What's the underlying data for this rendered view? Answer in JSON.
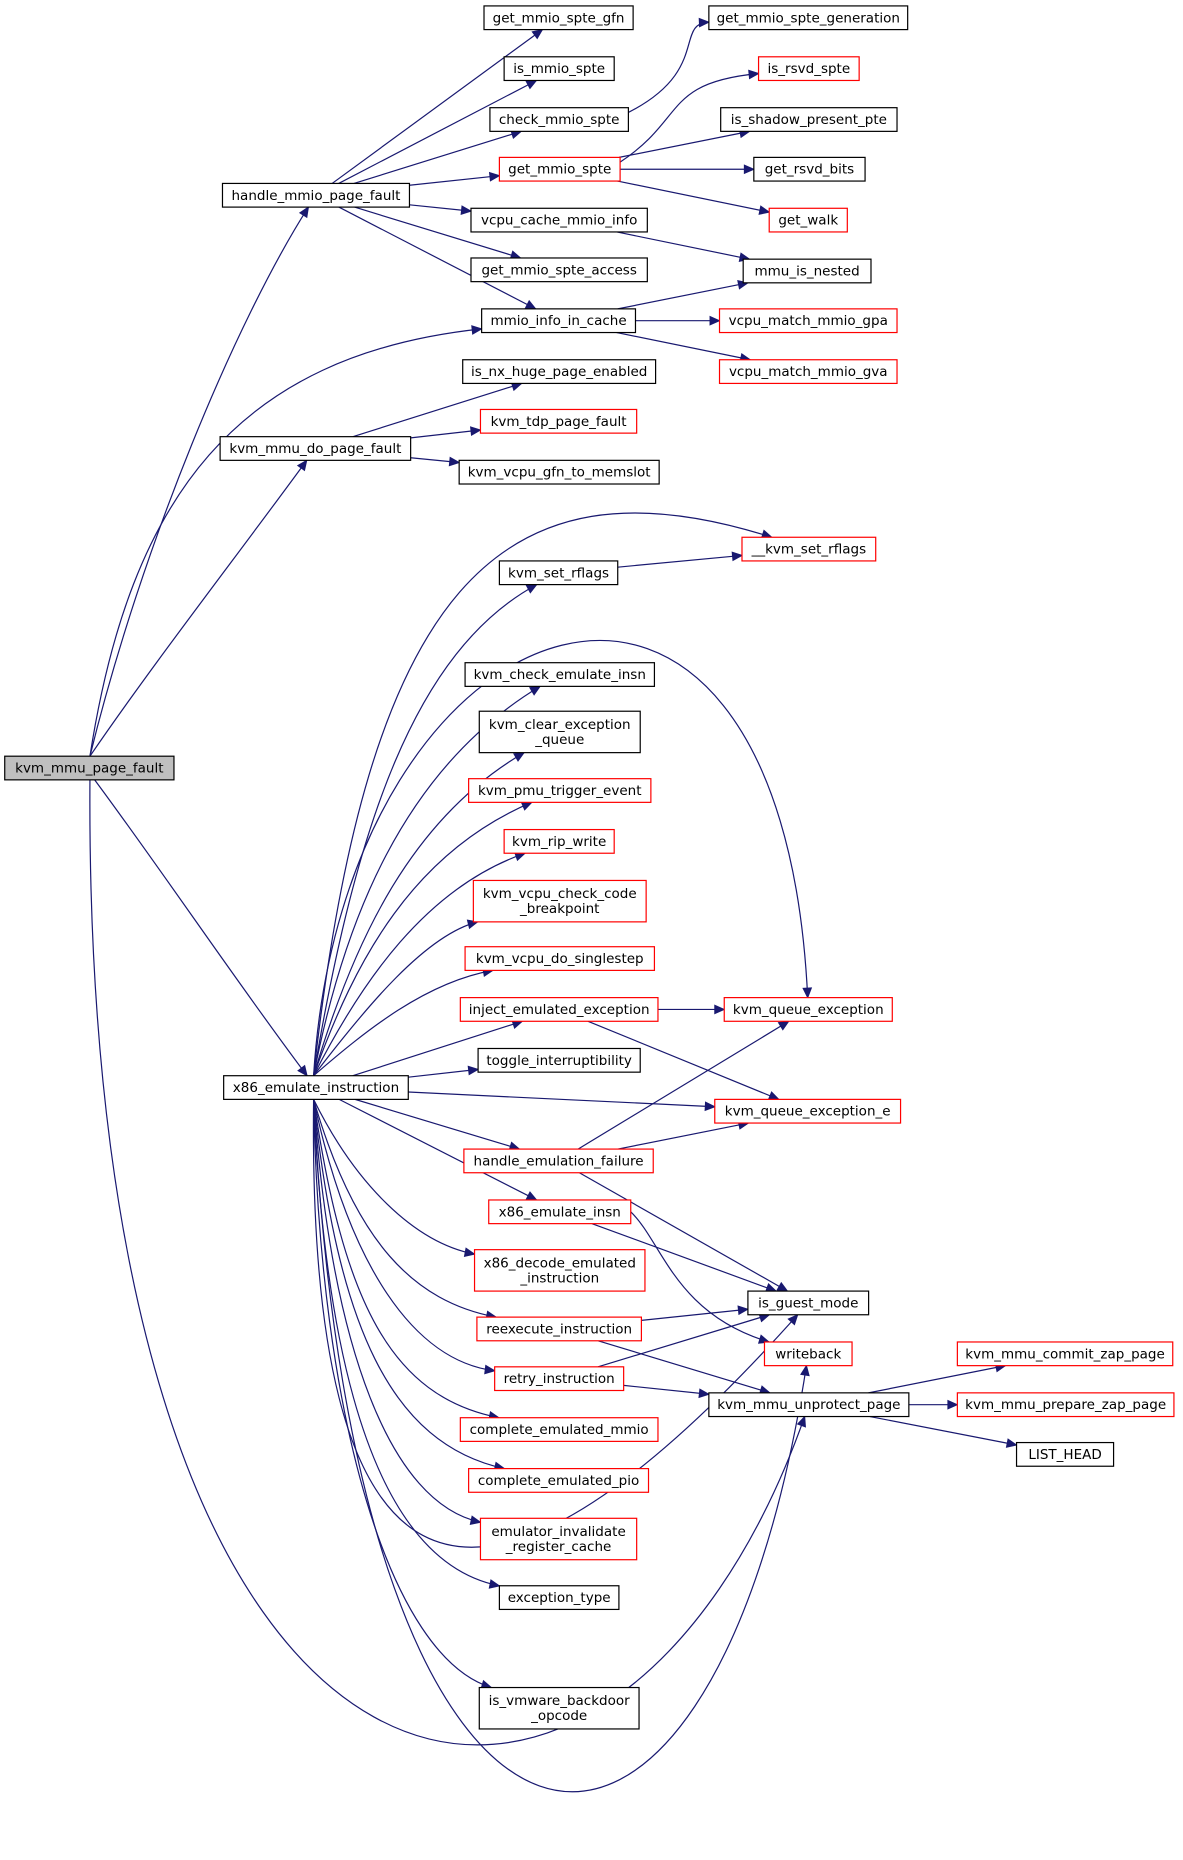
{
  "graph": {
    "colors": {
      "edge": "#191970",
      "border_default": "#000000",
      "border_truncated": "#ff0000",
      "fill_focus": "#bfbfbf",
      "fill_default": "#ffffff"
    },
    "nodes": [
      {
        "id": "kvm_mmu_page_fault",
        "label": [
          "kvm_mmu_page_fault"
        ],
        "style": "focus"
      },
      {
        "id": "handle_mmio_page_fault",
        "label": [
          "handle_mmio_page_fault"
        ],
        "style": "normal"
      },
      {
        "id": "kvm_mmu_do_page_fault",
        "label": [
          "kvm_mmu_do_page_fault"
        ],
        "style": "normal"
      },
      {
        "id": "x86_emulate_instruction",
        "label": [
          "x86_emulate_instruction"
        ],
        "style": "normal"
      },
      {
        "id": "get_mmio_spte_gfn",
        "label": [
          "get_mmio_spte_gfn"
        ],
        "style": "normal"
      },
      {
        "id": "is_mmio_spte",
        "label": [
          "is_mmio_spte"
        ],
        "style": "normal"
      },
      {
        "id": "check_mmio_spte",
        "label": [
          "check_mmio_spte"
        ],
        "style": "normal"
      },
      {
        "id": "get_mmio_spte",
        "label": [
          "get_mmio_spte"
        ],
        "style": "truncated"
      },
      {
        "id": "vcpu_cache_mmio_info",
        "label": [
          "vcpu_cache_mmio_info"
        ],
        "style": "normal"
      },
      {
        "id": "get_mmio_spte_access",
        "label": [
          "get_mmio_spte_access"
        ],
        "style": "normal"
      },
      {
        "id": "mmio_info_in_cache",
        "label": [
          "mmio_info_in_cache"
        ],
        "style": "normal"
      },
      {
        "id": "get_mmio_spte_generation",
        "label": [
          "get_mmio_spte_generation"
        ],
        "style": "normal"
      },
      {
        "id": "is_rsvd_spte",
        "label": [
          "is_rsvd_spte"
        ],
        "style": "truncated"
      },
      {
        "id": "is_shadow_present_pte",
        "label": [
          "is_shadow_present_pte"
        ],
        "style": "normal"
      },
      {
        "id": "get_rsvd_bits",
        "label": [
          "get_rsvd_bits"
        ],
        "style": "normal"
      },
      {
        "id": "get_walk",
        "label": [
          "get_walk"
        ],
        "style": "truncated"
      },
      {
        "id": "mmu_is_nested",
        "label": [
          "mmu_is_nested"
        ],
        "style": "normal"
      },
      {
        "id": "vcpu_match_mmio_gpa",
        "label": [
          "vcpu_match_mmio_gpa"
        ],
        "style": "truncated"
      },
      {
        "id": "vcpu_match_mmio_gva",
        "label": [
          "vcpu_match_mmio_gva"
        ],
        "style": "truncated"
      },
      {
        "id": "is_nx_huge_page_enabled",
        "label": [
          "is_nx_huge_page_enabled"
        ],
        "style": "normal"
      },
      {
        "id": "kvm_tdp_page_fault",
        "label": [
          "kvm_tdp_page_fault"
        ],
        "style": "truncated"
      },
      {
        "id": "kvm_vcpu_gfn_to_memslot",
        "label": [
          "kvm_vcpu_gfn_to_memslot"
        ],
        "style": "normal"
      },
      {
        "id": "kvm_set_rflags",
        "label": [
          "kvm_set_rflags"
        ],
        "style": "normal"
      },
      {
        "id": "__kvm_set_rflags",
        "label": [
          "__kvm_set_rflags"
        ],
        "style": "truncated"
      },
      {
        "id": "kvm_check_emulate_insn",
        "label": [
          "kvm_check_emulate_insn"
        ],
        "style": "normal"
      },
      {
        "id": "kvm_clear_exception_queue",
        "label": [
          "kvm_clear_exception",
          "_queue"
        ],
        "style": "normal"
      },
      {
        "id": "kvm_pmu_trigger_event",
        "label": [
          "kvm_pmu_trigger_event"
        ],
        "style": "truncated"
      },
      {
        "id": "kvm_rip_write",
        "label": [
          "kvm_rip_write"
        ],
        "style": "truncated"
      },
      {
        "id": "kvm_vcpu_check_code_breakpoint",
        "label": [
          "kvm_vcpu_check_code",
          "_breakpoint"
        ],
        "style": "truncated"
      },
      {
        "id": "kvm_vcpu_do_singlestep",
        "label": [
          "kvm_vcpu_do_singlestep"
        ],
        "style": "truncated"
      },
      {
        "id": "inject_emulated_exception",
        "label": [
          "inject_emulated_exception"
        ],
        "style": "truncated"
      },
      {
        "id": "kvm_queue_exception",
        "label": [
          "kvm_queue_exception"
        ],
        "style": "truncated"
      },
      {
        "id": "toggle_interruptibility",
        "label": [
          "toggle_interruptibility"
        ],
        "style": "normal"
      },
      {
        "id": "kvm_queue_exception_e",
        "label": [
          "kvm_queue_exception_e"
        ],
        "style": "truncated"
      },
      {
        "id": "handle_emulation_failure",
        "label": [
          "handle_emulation_failure"
        ],
        "style": "truncated"
      },
      {
        "id": "x86_emulate_insn",
        "label": [
          "x86_emulate_insn"
        ],
        "style": "truncated"
      },
      {
        "id": "x86_decode_emulated_instruction",
        "label": [
          "x86_decode_emulated",
          "_instruction"
        ],
        "style": "truncated"
      },
      {
        "id": "is_guest_mode",
        "label": [
          "is_guest_mode"
        ],
        "style": "normal"
      },
      {
        "id": "reexecute_instruction",
        "label": [
          "reexecute_instruction"
        ],
        "style": "truncated"
      },
      {
        "id": "writeback",
        "label": [
          "writeback"
        ],
        "style": "truncated"
      },
      {
        "id": "retry_instruction",
        "label": [
          "retry_instruction"
        ],
        "style": "truncated"
      },
      {
        "id": "kvm_mmu_unprotect_page",
        "label": [
          "kvm_mmu_unprotect_page"
        ],
        "style": "normal"
      },
      {
        "id": "kvm_mmu_commit_zap_page",
        "label": [
          "kvm_mmu_commit_zap_page"
        ],
        "style": "truncated"
      },
      {
        "id": "kvm_mmu_prepare_zap_page",
        "label": [
          "kvm_mmu_prepare_zap_page"
        ],
        "style": "truncated"
      },
      {
        "id": "LIST_HEAD",
        "label": [
          "LIST_HEAD"
        ],
        "style": "normal"
      },
      {
        "id": "complete_emulated_mmio",
        "label": [
          "complete_emulated_mmio"
        ],
        "style": "truncated"
      },
      {
        "id": "complete_emulated_pio",
        "label": [
          "complete_emulated_pio"
        ],
        "style": "truncated"
      },
      {
        "id": "emulator_invalidate_register_cache",
        "label": [
          "emulator_invalidate",
          "_register_cache"
        ],
        "style": "truncated"
      },
      {
        "id": "exception_type",
        "label": [
          "exception_type"
        ],
        "style": "normal"
      },
      {
        "id": "is_vmware_backdoor_opcode",
        "label": [
          "is_vmware_backdoor",
          "_opcode"
        ],
        "style": "normal"
      }
    ],
    "edges": [
      [
        "kvm_mmu_page_fault",
        "handle_mmio_page_fault"
      ],
      [
        "kvm_mmu_page_fault",
        "mmio_info_in_cache"
      ],
      [
        "kvm_mmu_page_fault",
        "kvm_mmu_do_page_fault"
      ],
      [
        "kvm_mmu_page_fault",
        "x86_emulate_instruction"
      ],
      [
        "kvm_mmu_page_fault",
        "kvm_mmu_unprotect_page"
      ],
      [
        "handle_mmio_page_fault",
        "get_mmio_spte_gfn"
      ],
      [
        "handle_mmio_page_fault",
        "is_mmio_spte"
      ],
      [
        "handle_mmio_page_fault",
        "check_mmio_spte"
      ],
      [
        "handle_mmio_page_fault",
        "get_mmio_spte"
      ],
      [
        "handle_mmio_page_fault",
        "vcpu_cache_mmio_info"
      ],
      [
        "handle_mmio_page_fault",
        "get_mmio_spte_access"
      ],
      [
        "handle_mmio_page_fault",
        "mmio_info_in_cache"
      ],
      [
        "check_mmio_spte",
        "get_mmio_spte_generation"
      ],
      [
        "get_mmio_spte",
        "is_rsvd_spte"
      ],
      [
        "get_mmio_spte",
        "is_shadow_present_pte"
      ],
      [
        "get_mmio_spte",
        "get_rsvd_bits"
      ],
      [
        "get_mmio_spte",
        "get_walk"
      ],
      [
        "vcpu_cache_mmio_info",
        "mmu_is_nested"
      ],
      [
        "mmio_info_in_cache",
        "mmu_is_nested"
      ],
      [
        "mmio_info_in_cache",
        "vcpu_match_mmio_gpa"
      ],
      [
        "mmio_info_in_cache",
        "vcpu_match_mmio_gva"
      ],
      [
        "kvm_mmu_do_page_fault",
        "is_nx_huge_page_enabled"
      ],
      [
        "kvm_mmu_do_page_fault",
        "kvm_tdp_page_fault"
      ],
      [
        "kvm_mmu_do_page_fault",
        "kvm_vcpu_gfn_to_memslot"
      ],
      [
        "x86_emulate_instruction",
        "__kvm_set_rflags"
      ],
      [
        "x86_emulate_instruction",
        "kvm_set_rflags"
      ],
      [
        "x86_emulate_instruction",
        "kvm_queue_exception"
      ],
      [
        "x86_emulate_instruction",
        "kvm_check_emulate_insn"
      ],
      [
        "x86_emulate_instruction",
        "kvm_clear_exception_queue"
      ],
      [
        "x86_emulate_instruction",
        "kvm_pmu_trigger_event"
      ],
      [
        "x86_emulate_instruction",
        "kvm_rip_write"
      ],
      [
        "x86_emulate_instruction",
        "kvm_vcpu_check_code_breakpoint"
      ],
      [
        "x86_emulate_instruction",
        "kvm_vcpu_do_singlestep"
      ],
      [
        "x86_emulate_instruction",
        "inject_emulated_exception"
      ],
      [
        "x86_emulate_instruction",
        "toggle_interruptibility"
      ],
      [
        "x86_emulate_instruction",
        "kvm_queue_exception_e"
      ],
      [
        "x86_emulate_instruction",
        "handle_emulation_failure"
      ],
      [
        "x86_emulate_instruction",
        "x86_emulate_insn"
      ],
      [
        "x86_emulate_instruction",
        "x86_decode_emulated_instruction"
      ],
      [
        "x86_emulate_instruction",
        "reexecute_instruction"
      ],
      [
        "x86_emulate_instruction",
        "retry_instruction"
      ],
      [
        "x86_emulate_instruction",
        "complete_emulated_mmio"
      ],
      [
        "x86_emulate_instruction",
        "complete_emulated_pio"
      ],
      [
        "x86_emulate_instruction",
        "emulator_invalidate_register_cache"
      ],
      [
        "x86_emulate_instruction",
        "exception_type"
      ],
      [
        "x86_emulate_instruction",
        "is_vmware_backdoor_opcode"
      ],
      [
        "x86_emulate_instruction",
        "is_guest_mode"
      ],
      [
        "x86_emulate_instruction",
        "writeback"
      ],
      [
        "kvm_set_rflags",
        "__kvm_set_rflags"
      ],
      [
        "inject_emulated_exception",
        "kvm_queue_exception"
      ],
      [
        "inject_emulated_exception",
        "kvm_queue_exception_e"
      ],
      [
        "handle_emulation_failure",
        "kvm_queue_exception"
      ],
      [
        "handle_emulation_failure",
        "kvm_queue_exception_e"
      ],
      [
        "handle_emulation_failure",
        "is_guest_mode"
      ],
      [
        "x86_emulate_insn",
        "is_guest_mode"
      ],
      [
        "x86_emulate_insn",
        "writeback"
      ],
      [
        "reexecute_instruction",
        "is_guest_mode"
      ],
      [
        "reexecute_instruction",
        "kvm_mmu_unprotect_page"
      ],
      [
        "retry_instruction",
        "is_guest_mode"
      ],
      [
        "retry_instruction",
        "kvm_mmu_unprotect_page"
      ],
      [
        "kvm_mmu_unprotect_page",
        "kvm_mmu_commit_zap_page"
      ],
      [
        "kvm_mmu_unprotect_page",
        "kvm_mmu_prepare_zap_page"
      ],
      [
        "kvm_mmu_unprotect_page",
        "LIST_HEAD"
      ]
    ]
  }
}
